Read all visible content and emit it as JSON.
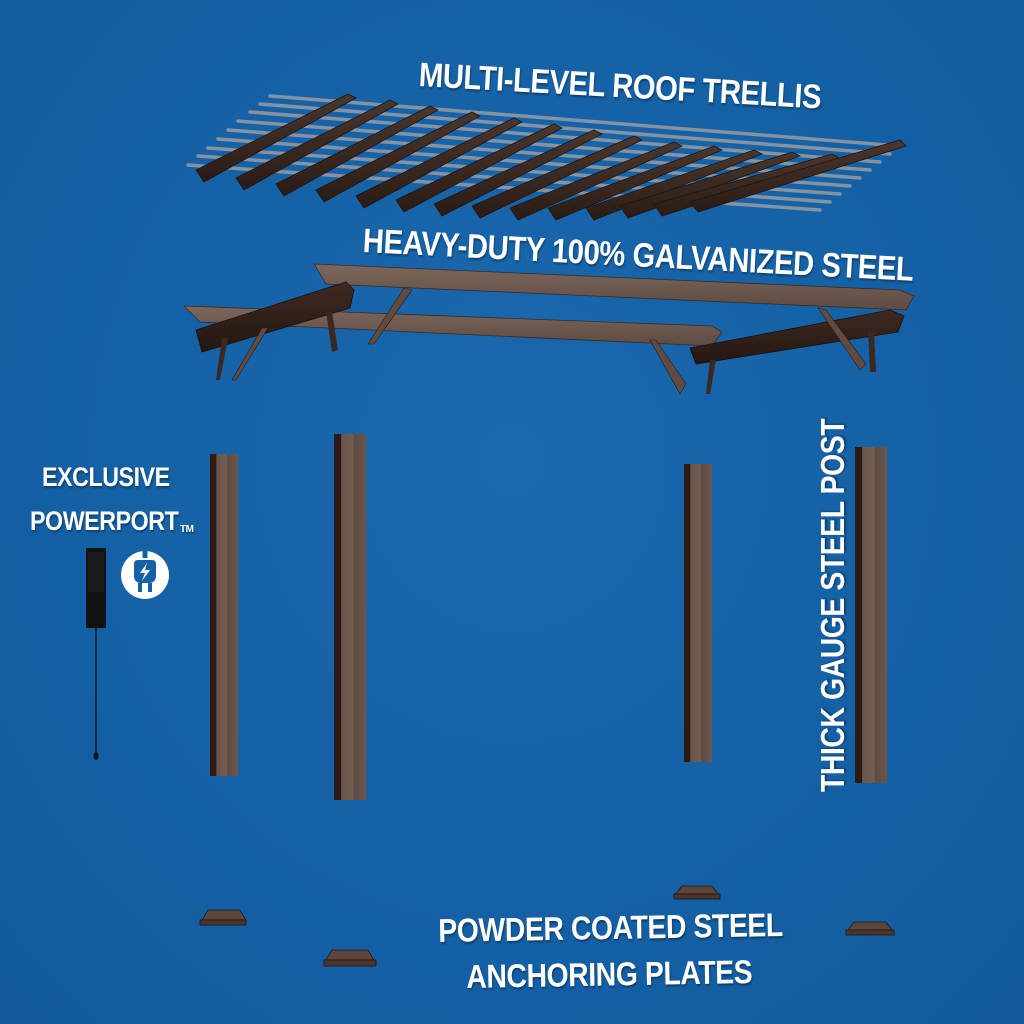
{
  "labels": {
    "roof_trellis": "MULTI-LEVEL ROOF TRELLIS",
    "frame": "HEAVY-DUTY 100% GALVANIZED STEEL",
    "powerport_line1": "EXCLUSIVE",
    "powerport_line2": "POWERPORT",
    "powerport_tm": "TM",
    "post": "THICK GAUGE STEEL POST",
    "plates_line1": "POWDER COATED STEEL",
    "plates_line2": "ANCHORING PLATES"
  },
  "icons": {
    "powerport": "power-plug-bolt-icon",
    "powerport_device": "power-outlet-strip"
  },
  "components": [
    {
      "name": "roof-trellis",
      "count_slats": 14
    },
    {
      "name": "galvanized-steel-frame",
      "beams": 4
    },
    {
      "name": "steel-posts",
      "count": 4
    },
    {
      "name": "anchoring-plates",
      "count": 4
    }
  ],
  "colors": {
    "background": "#1561a6",
    "text": "#ffffff",
    "steel_light": "#6e5a50",
    "steel_dark": "#2e1f18",
    "purlin": "#8e98a4"
  }
}
